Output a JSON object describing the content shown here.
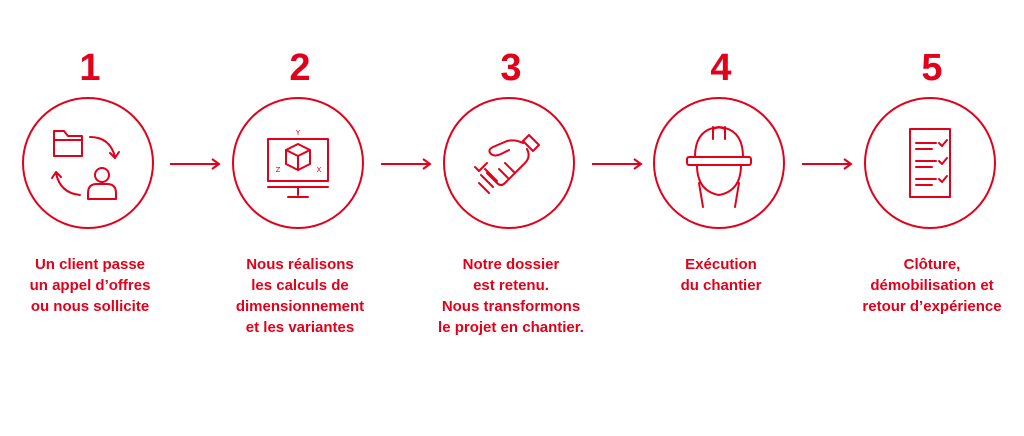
{
  "accent_color": "#e2001a",
  "steps": [
    {
      "number": "1",
      "icon": "folder-client-cycle-icon",
      "lines": [
        "Un client passe",
        "un appel d’offres",
        "ou nous sollicite"
      ]
    },
    {
      "number": "2",
      "icon": "3d-cube-monitor-icon",
      "lines": [
        "Nous réalisons",
        "les calculs de",
        "dimensionnement",
        "et les variantes"
      ]
    },
    {
      "number": "3",
      "icon": "handshake-icon",
      "lines": [
        "Notre dossier",
        "est retenu.",
        "Nous transformons",
        "le projet en chantier."
      ]
    },
    {
      "number": "4",
      "icon": "hard-hat-worker-icon",
      "lines": [
        "Exécution",
        "du chantier"
      ]
    },
    {
      "number": "5",
      "icon": "checklist-icon",
      "lines": [
        "Clôture,",
        "démobilisation et",
        "retour d’expérience"
      ]
    }
  ]
}
